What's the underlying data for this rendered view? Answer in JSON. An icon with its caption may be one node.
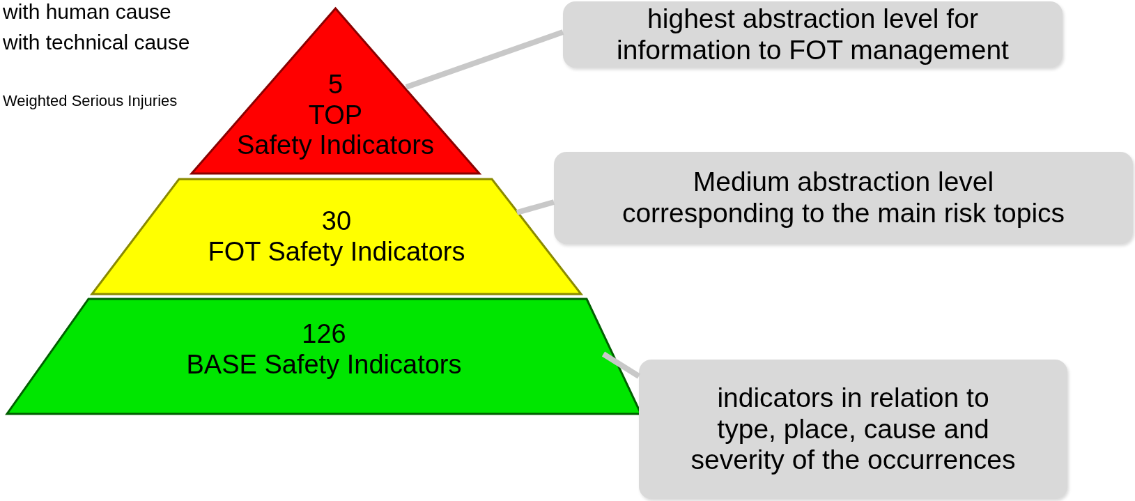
{
  "diagram": {
    "nodes": [
      {
        "text": [
          "5",
          "TOP",
          "Safety Indicators"
        ]
      },
      {
        "text": [
          "30",
          "FOT Safety Indicators"
        ]
      },
      {
        "text": [
          "126",
          "BASE Safety Indicators"
        ]
      },
      {
        "text": [
          "highest abstraction level for information to FOT management"
        ]
      },
      {
        "text": [
          "Medium abstraction level corresponding to the main risk topics"
        ]
      },
      {
        "text": [
          "indicators in relation to type, place, cause and severity of the occurrences"
        ]
      }
    ],
    "edges": [
      {
        "from": 3,
        "to": 0,
        "arrow": "none"
      },
      {
        "from": 4,
        "to": 1,
        "arrow": "none"
      },
      {
        "from": 5,
        "to": 2,
        "arrow": "none"
      }
    ],
    "labels": [
      "with human cause",
      "with technical cause",
      "Weighted Serious Injuries"
    ]
  }
}
